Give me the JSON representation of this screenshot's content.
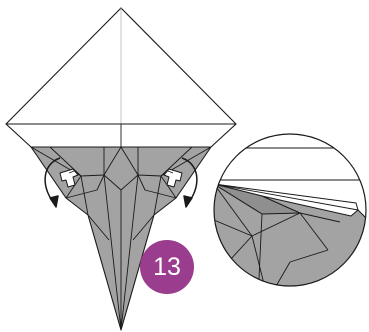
{
  "step": {
    "number": "13"
  },
  "colors": {
    "paper_white": "#ffffff",
    "paper_colored": "#a3a3a3",
    "fold_line": "#1a1a1a",
    "badge": "#9a3d8e"
  },
  "diagram": {
    "main_model": "origami-base-folded",
    "detail_view": "circular-zoom-detail",
    "arrows": [
      "fold-back-arrow-left",
      "fold-back-arrow-right"
    ],
    "hand_icons": [
      "pinch-hand-icon-left",
      "pinch-hand-icon-right"
    ]
  }
}
